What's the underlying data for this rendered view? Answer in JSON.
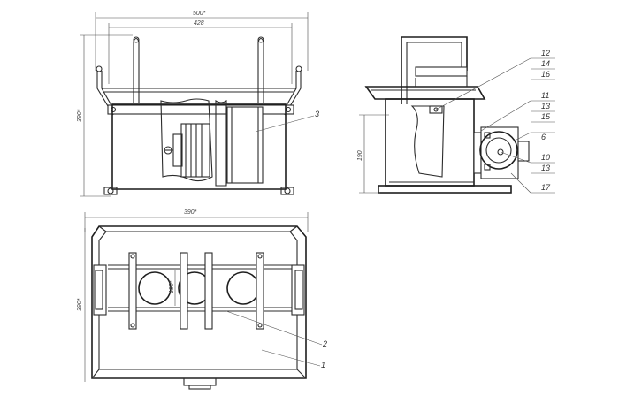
{
  "drawing": {
    "dimensions": {
      "front_overall_width": "500*",
      "front_inner_width": "428",
      "front_height": "390*",
      "side_height": "190",
      "top_width": "390*",
      "top_height": "390*",
      "top_inner": "190*"
    },
    "callouts": {
      "c1": "1",
      "c2": "2",
      "c3": "3",
      "c6": "6",
      "c10": "10",
      "c11": "11",
      "c12": "12",
      "c13a": "13",
      "c13b": "13",
      "c14": "14",
      "c15": "15",
      "c16": "16",
      "c17": "17"
    }
  }
}
